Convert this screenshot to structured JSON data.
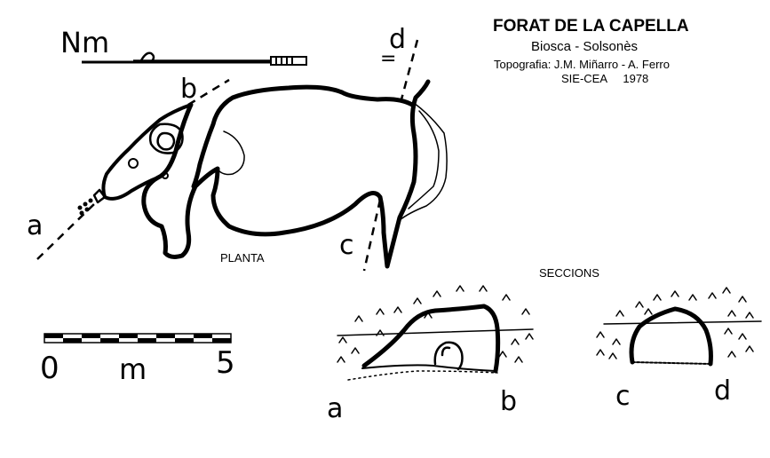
{
  "header": {
    "title": "FORAT DE LA CAPELLA",
    "region": "Biosca - Solsonès",
    "credits": "Topografia: J.M. Miñarro - A. Ferro",
    "organization": "SIE-CEA     1978"
  },
  "north_arrow": {
    "label": "Nm"
  },
  "plan": {
    "label": "PLANTA"
  },
  "sections": {
    "label": "SECCIONS"
  },
  "section_markers": {
    "a": "a",
    "b": "b",
    "c": "c",
    "d": "d",
    "d_tick": "="
  },
  "section_ab": {
    "left": "a",
    "right": "b"
  },
  "section_cd": {
    "left": "c",
    "right": "d"
  },
  "scale_bar": {
    "start": "0",
    "unit": "m",
    "end": "5",
    "segments": 10
  },
  "colors": {
    "ink": "#000000",
    "paper": "#ffffff"
  }
}
